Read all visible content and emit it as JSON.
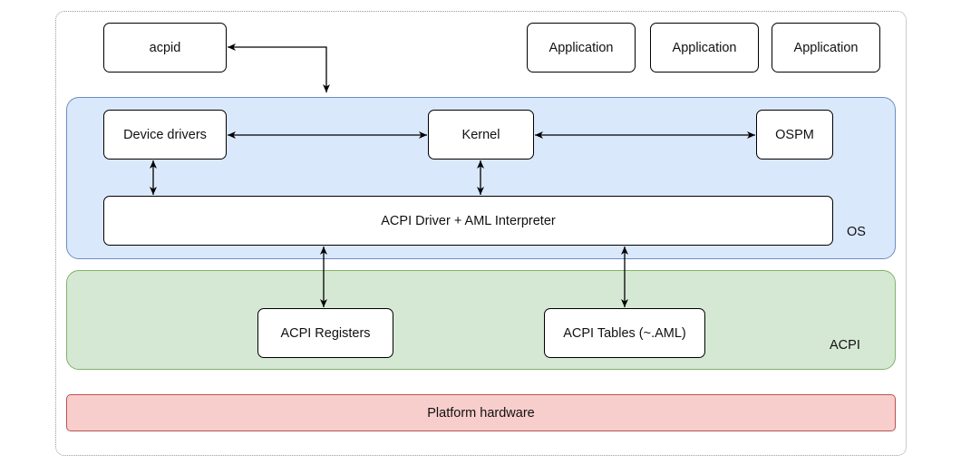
{
  "boxes": {
    "acpid": "acpid",
    "app1": "Application",
    "app2": "Application",
    "app3": "Application",
    "device_drivers": "Device drivers",
    "kernel": "Kernel",
    "ospm": "OSPM",
    "acpi_driver": "ACPI Driver + AML Interpreter",
    "acpi_registers": "ACPI Registers",
    "acpi_tables": "ACPI Tables (~.AML)",
    "platform_hardware": "Platform hardware"
  },
  "regions": {
    "os_label": "OS",
    "acpi_label": "ACPI"
  },
  "colors": {
    "os_fill": "#dae8fc",
    "os_border": "#6c8ebf",
    "acpi_fill": "#d5e8d4",
    "acpi_border": "#82b366",
    "hw_fill": "#f8cecc",
    "hw_border": "#b85450",
    "outer_border": "#999999"
  }
}
